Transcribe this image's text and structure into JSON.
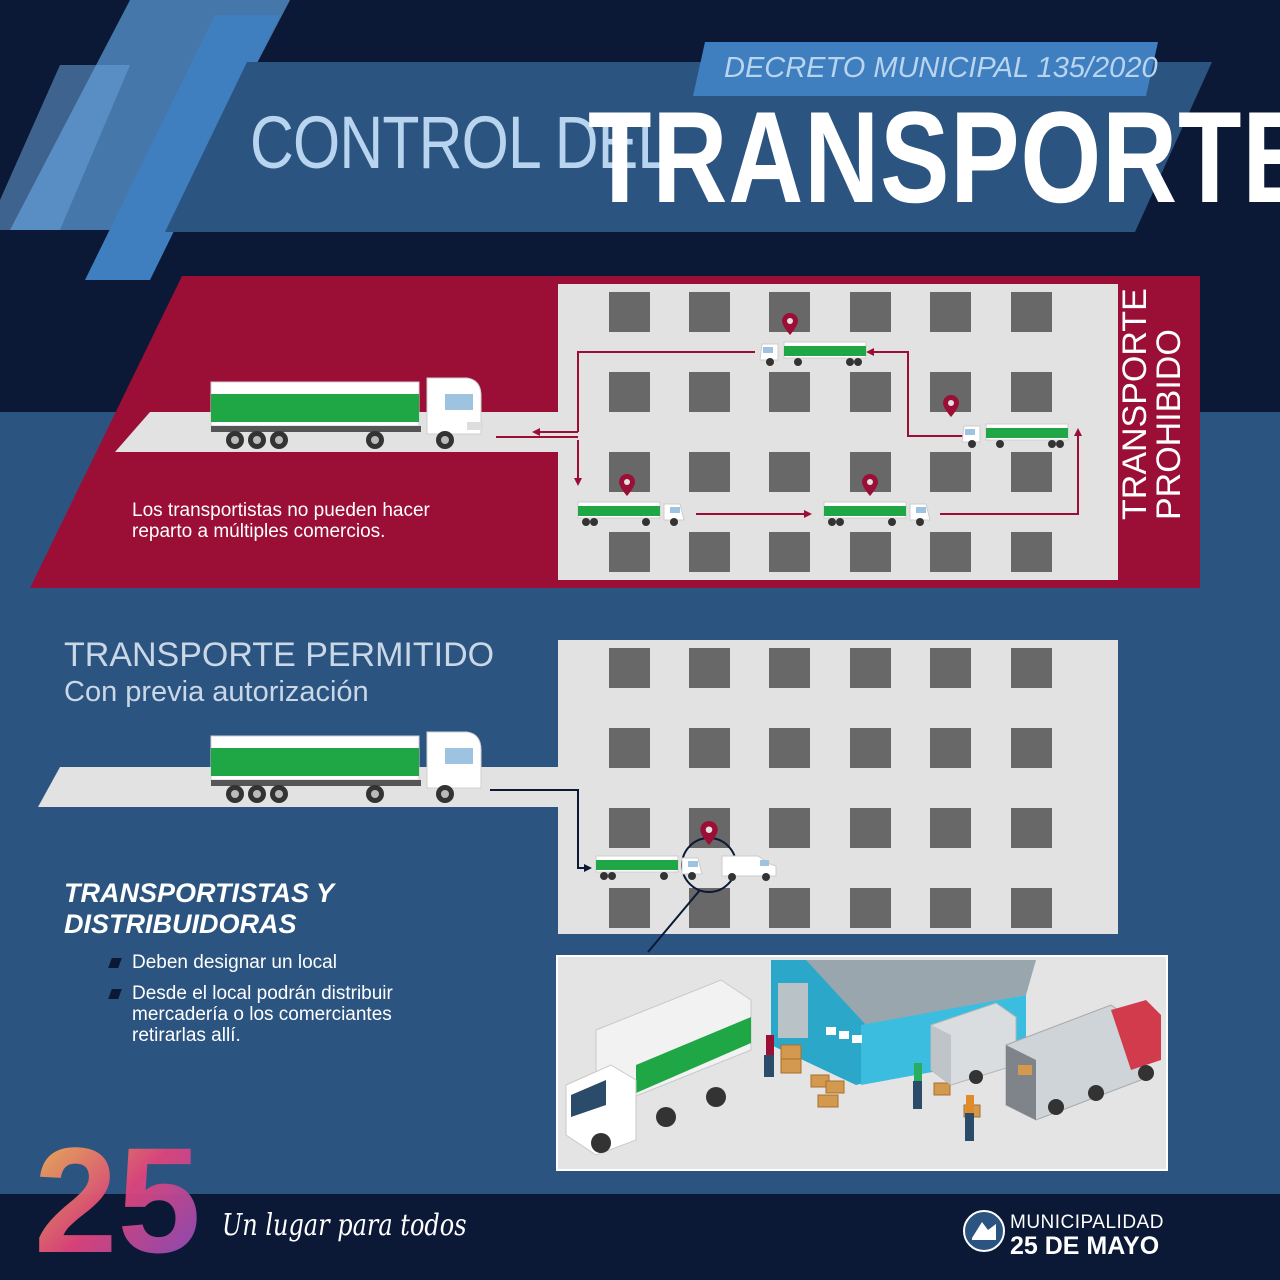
{
  "header": {
    "decree": "DECRETO MUNICIPAL 135/2020",
    "title_part1": "CONTROL DEL",
    "title_part2": "TRANSPORTE"
  },
  "prohibited": {
    "label_line1": "TRANSPORTE",
    "label_line2": "PROHIBIDO",
    "description_line1": "Los transportistas no pueden hacer",
    "description_line2": "reparto a múltiples comercios."
  },
  "permitted": {
    "title": "TRANSPORTE PERMITIDO",
    "subtitle": "Con previa autorización",
    "section_title_line1": "TRANSPORTISTAS Y",
    "section_title_line2": "DISTRIBUIDORAS",
    "bullets": [
      {
        "line1": "Deben designar un local",
        "line2": "",
        "line3": ""
      },
      {
        "line1": "Desde el local podrán distribuir",
        "line2": "mercadería o los comerciantes",
        "line3": "retirarlas allí."
      }
    ]
  },
  "footer": {
    "logo_number": "25",
    "tagline": "Un lugar para todos",
    "municipality_line1": "MUNICIPALIDAD",
    "municipality_line2": "25 DE MAYO"
  },
  "colors": {
    "navy": "#0b1836",
    "mid_blue": "#2c5480",
    "crimson": "#9b0f37",
    "light_gray": "#e2e2e2",
    "block_gray": "#686868",
    "truck_green": "#1fa745",
    "accent_blue": "#b8d4ee"
  },
  "icons": [
    "truck-icon",
    "map-pin-icon",
    "van-icon",
    "warehouse-icon",
    "shield-logo-icon"
  ]
}
